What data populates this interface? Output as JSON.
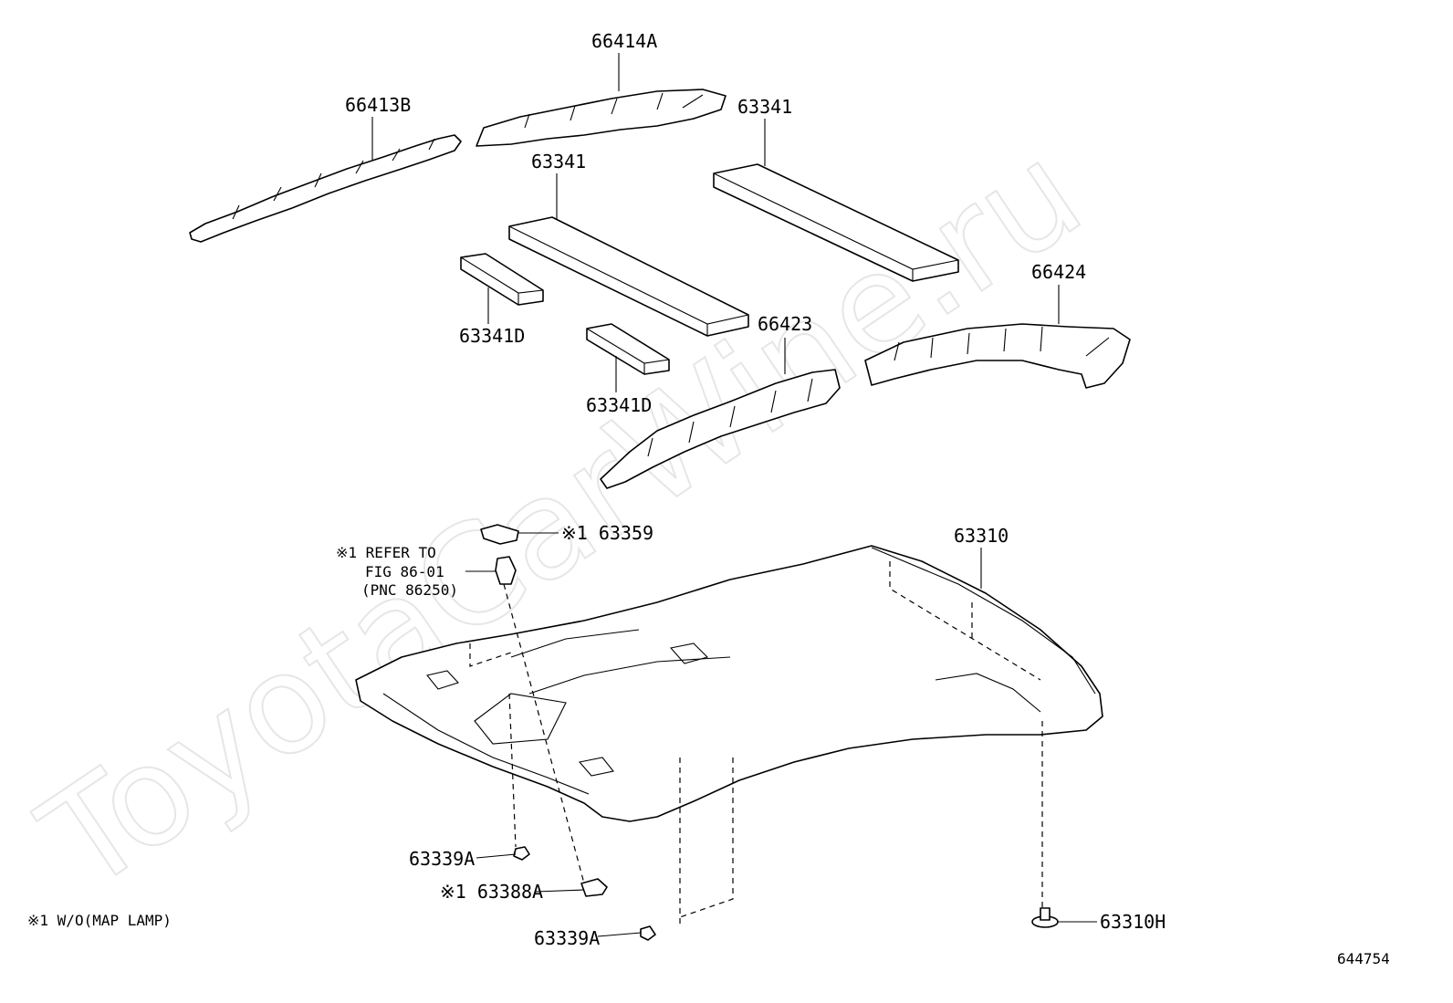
{
  "watermark": "ToyotaCarWine.ru",
  "figure_number": "644754",
  "footnote": "※1 W/O(MAP LAMP)",
  "reference_note": {
    "line1": "※1 REFER TO",
    "line2": "FIG 86-01",
    "line3": "(PNC 86250)"
  },
  "parts": {
    "p66414A": "66414A",
    "p66413B": "66413B",
    "p63341_right": "63341",
    "p63341_center": "63341",
    "p63341D_left": "63341D",
    "p63341D_center": "63341D",
    "p66424": "66424",
    "p66423": "66423",
    "p63359": "※1 63359",
    "p63310": "63310",
    "p63339A_upper": "63339A",
    "p63388A": "※1 63388A",
    "p63339A_lower": "63339A",
    "p63310H": "63310H"
  }
}
